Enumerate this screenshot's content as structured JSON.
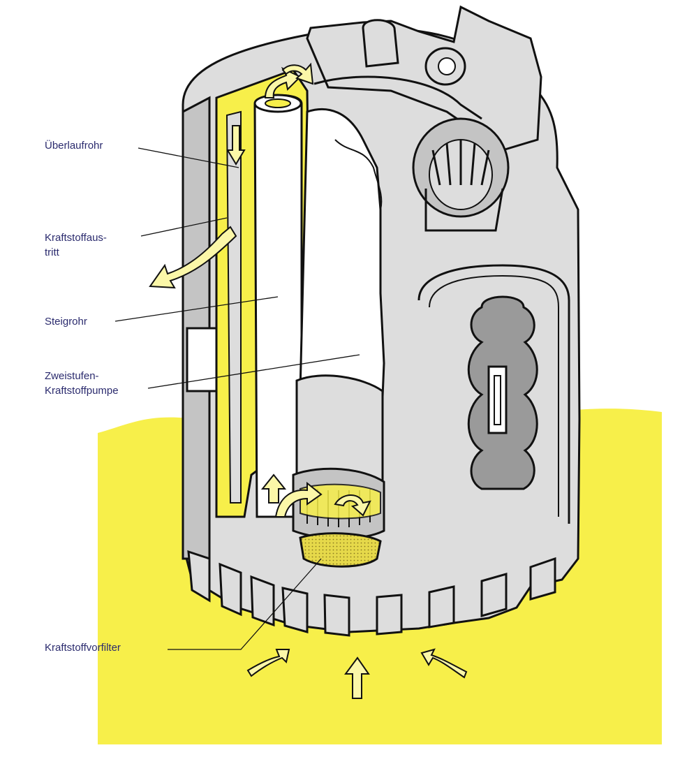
{
  "labels": {
    "ueberlaufrohr": "Überlaufrohr",
    "kraftstoffaustritt": "Kraftstoffaus-\ntritt",
    "steigrohr": "Steigrohr",
    "zweistufen_pumpe": "Zweistufen-\nKraftstoffpumpe",
    "kraftstoffvorfilter": "Kraftstoffvorfilter"
  },
  "colors": {
    "label_text": "#2b2b6e",
    "fuel_yellow": "#f7ef4a",
    "fuel_yellow_light": "#fbf7a8",
    "housing_light": "#dddddd",
    "housing_mid": "#c4c4c4",
    "housing_dark": "#9a9a9a",
    "outline": "#111111"
  }
}
